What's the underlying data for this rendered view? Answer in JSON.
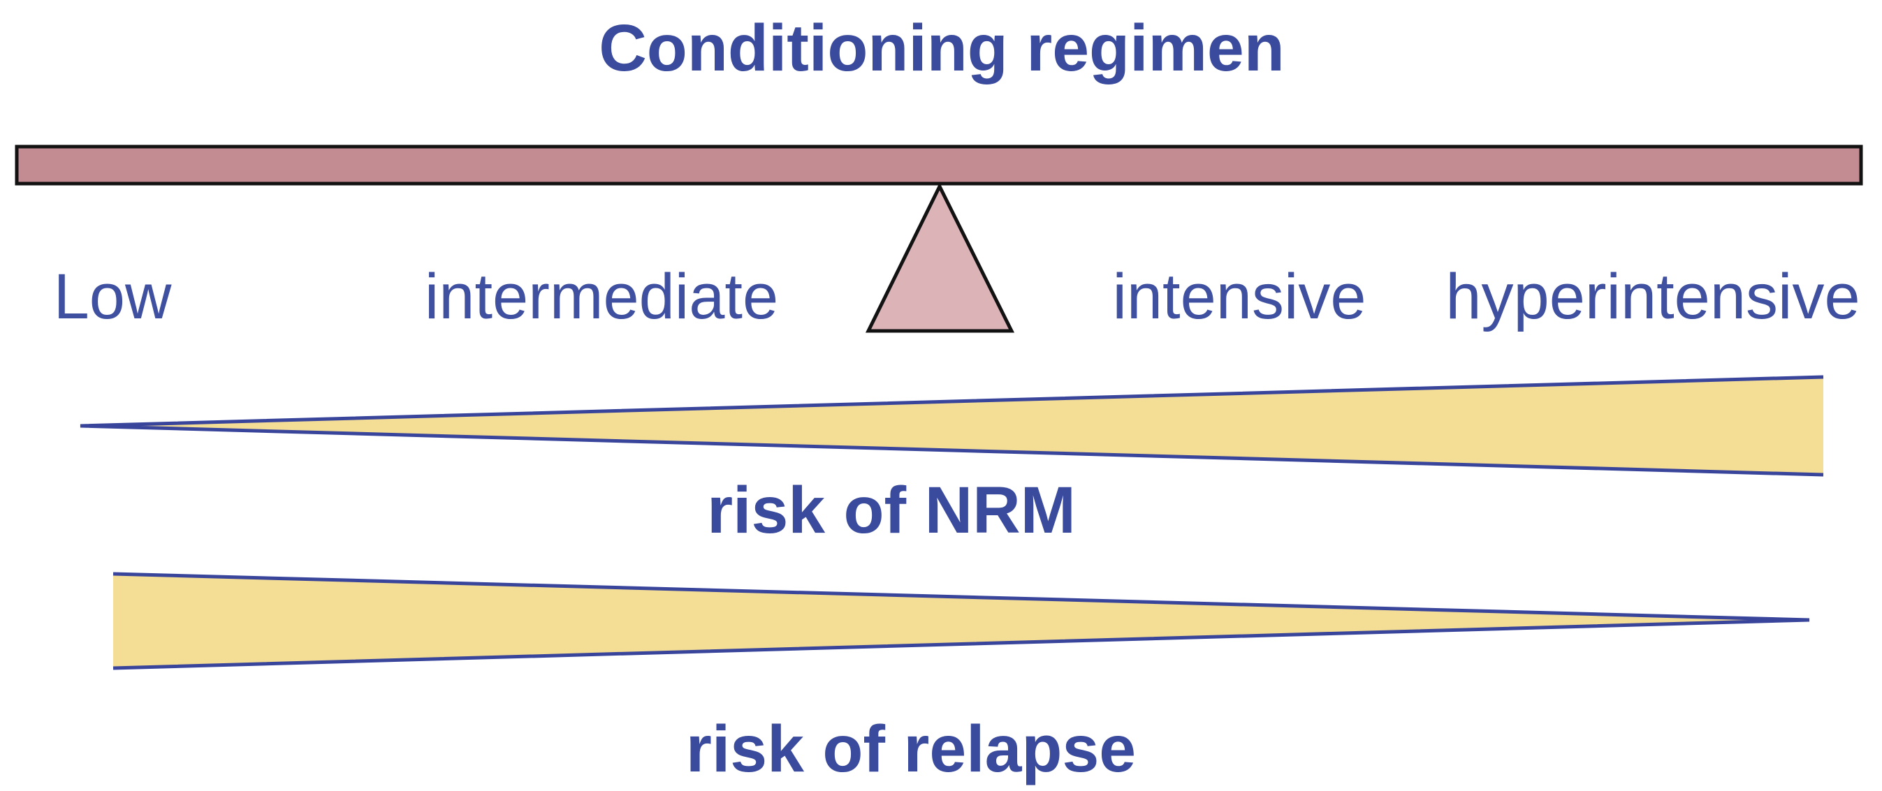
{
  "figure": {
    "title": "Conditioning regimen",
    "intensity_labels": [
      "Low",
      "intermediate",
      "intensive",
      "hyperintensive"
    ],
    "risk_wedges": [
      {
        "label": "risk of NRM",
        "direction": "widens-to-right"
      },
      {
        "label": "risk of relapse",
        "direction": "widens-to-left"
      }
    ]
  },
  "colors": {
    "page_bg": "#ffffff",
    "title_text": "#3a4a9c",
    "label_text": "#3f50a0",
    "beam_fill": "#c28c92",
    "fulcrum_fill": "#dcb4b8",
    "outline_ink": "#121212",
    "wedge_fill": "#f4dd95",
    "wedge_border": "#39459b"
  }
}
